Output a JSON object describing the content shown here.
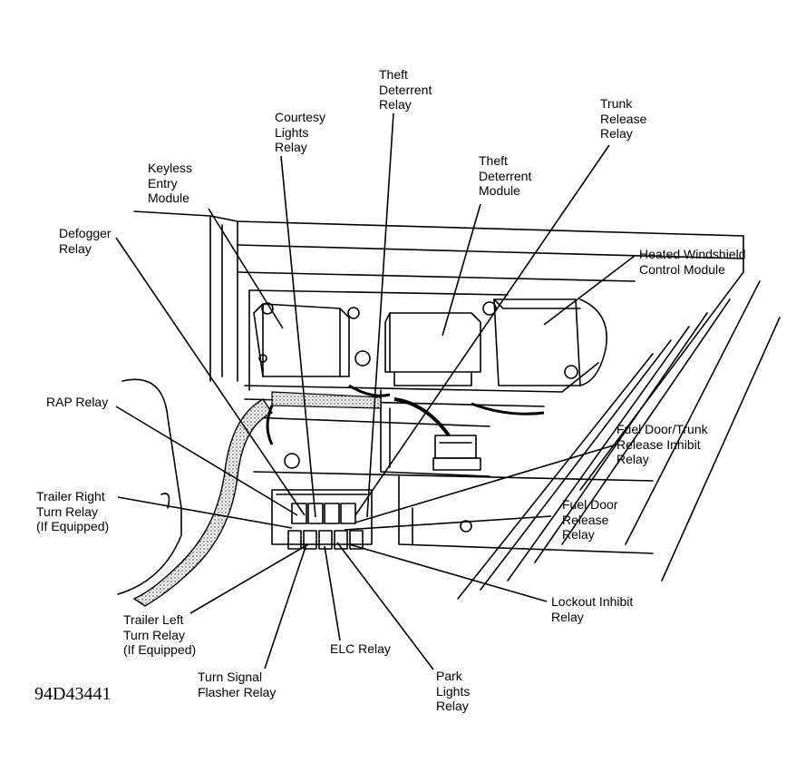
{
  "figure_id": "94D43441",
  "callouts": [
    {
      "id": "theft-deterrent-relay",
      "lines": [
        "Theft",
        "Deterrent",
        "Relay"
      ]
    },
    {
      "id": "trunk-release-relay",
      "lines": [
        "Trunk",
        "Release",
        "Relay"
      ]
    },
    {
      "id": "courtesy-lights-relay",
      "lines": [
        "Courtesy",
        "Lights",
        "Relay"
      ]
    },
    {
      "id": "keyless-entry-module",
      "lines": [
        "Keyless",
        "Entry",
        "Module"
      ]
    },
    {
      "id": "theft-deterrent-module",
      "lines": [
        "Theft",
        "Deterrent",
        "Module"
      ]
    },
    {
      "id": "defogger-relay",
      "lines": [
        "Defogger",
        "Relay"
      ]
    },
    {
      "id": "heated-windshield-control-module",
      "lines": [
        "Heated Windshield",
        "Control Module"
      ]
    },
    {
      "id": "rap-relay",
      "lines": [
        "RAP Relay"
      ]
    },
    {
      "id": "fuel-door-trunk-release-inhibit-relay",
      "lines": [
        "Fuel Door/Trunk",
        "Release Inhibit",
        "Relay"
      ]
    },
    {
      "id": "trailer-right-turn-relay",
      "lines": [
        "Trailer Right",
        "Turn Relay",
        "(If Equipped)"
      ]
    },
    {
      "id": "fuel-door-release-relay",
      "lines": [
        "Fuel Door",
        "Release",
        "Relay"
      ]
    },
    {
      "id": "lockout-inhibit-relay",
      "lines": [
        "Lockout Inhibit",
        "Relay"
      ]
    },
    {
      "id": "trailer-left-turn-relay",
      "lines": [
        "Trailer Left",
        "Turn Relay",
        "(If Equipped)"
      ]
    },
    {
      "id": "elc-relay",
      "lines": [
        "ELC Relay"
      ]
    },
    {
      "id": "turn-signal-flasher-relay",
      "lines": [
        "Turn Signal",
        "Flasher Relay"
      ]
    },
    {
      "id": "park-lights-relay",
      "lines": [
        "Park",
        "Lights",
        "Relay"
      ]
    }
  ]
}
